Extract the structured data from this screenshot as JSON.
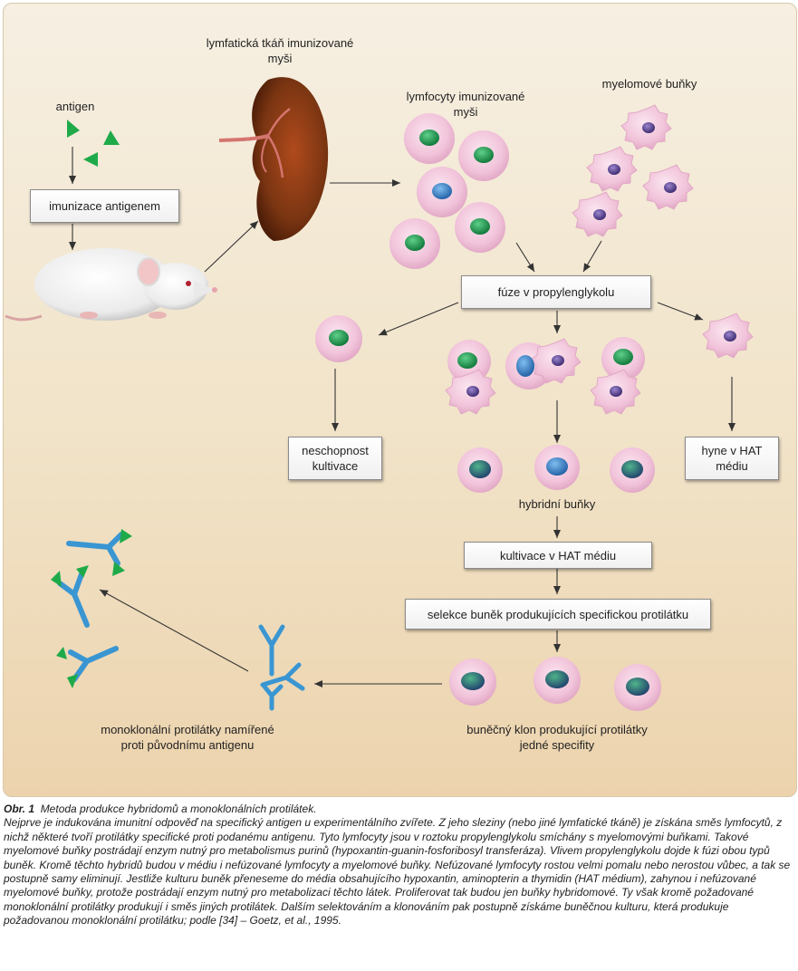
{
  "labels": {
    "lymph_tissue": "lymfatická tkáň imunizované myši",
    "antigen": "antigen",
    "lymphocytes": "lymfocyty imunizované myši",
    "myeloma": "myelomové buňky",
    "hybrid": "hybridní buňky",
    "antibodies": "monoklonální protilátky namířené proti původnímu antigenu",
    "clone": "buněčný klon produkující protilátky jedné specifity"
  },
  "boxes": {
    "immunization": "imunizace antigenem",
    "fusion": "fúze v propylenglykolu",
    "no_culture": "neschopnost kultivace",
    "die_hat": "hyne v HAT médiu",
    "culture_hat": "kultivace v HAT médiu",
    "selection": "selekce buněk produkujících specifickou protilátku"
  },
  "caption": {
    "title": "Obr. 1",
    "subtitle": "Metoda produkce hybridomů a monoklonálních protilátek.",
    "body": "Nejprve je indukována imunitní odpověď na specifický antigen u experimentálního zvířete. Z jeho sleziny (nebo jiné lymfatické tkáně) je získána směs lymfocytů, z nichž některé tvoří protilátky specifické proti podanému antigenu. Tyto lymfocyty jsou v roztoku propylenglykolu smíchány s myelomovými buňkami. Takové myelomové buňky postrádají enzym nutný pro metabolismus purinů (hypoxantin-guanin-fosforibosyl transferáza). Vlivem propylenglykolu dojde k fúzi obou typů buněk. Kromě těchto hybridů budou v médiu i nefúzované lymfocyty a myelomové buňky. Nefúzované lymfocyty rostou velmi pomalu nebo nerostou vůbec, a tak se postupně samy eliminují. Jestliže kulturu buněk přeneseme do média obsahujícího hypoxantin, aminopterin a thymidin (HAT médium), zahynou i nefúzované myelomové buňky, protože postrádají enzym nutný pro metabolizaci těchto látek. Proliferovat tak budou jen buňky hybridomové. Ty však kromě požadované monoklonální protilátky produkují i směs jiných protilátek. Dalším selektováním a klonováním pak postupně získáme buněčnou kulturu, která produkuje požadovanou monoklonální protilátku; podle [34] – Goetz, et al., 1995."
  },
  "colors": {
    "lymphocyte_nucleus": "#1f9a4f",
    "b_cell_nucleus": "#3a86c8",
    "myeloma_nucleus": "#5b3f8a",
    "cell_body": "#f1c6dc",
    "antibody": "#3a96d2",
    "antigen": "#1faa4a",
    "spleen": "#7a3512"
  }
}
